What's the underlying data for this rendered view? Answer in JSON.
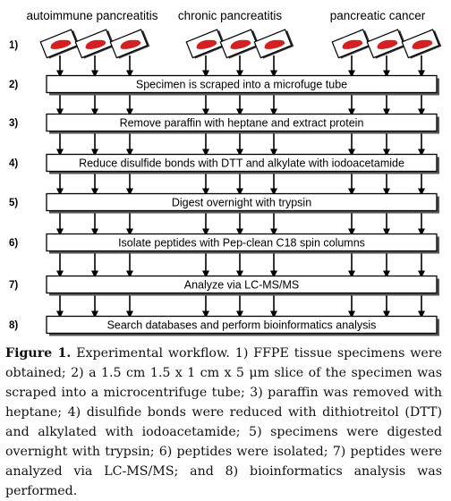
{
  "groups": [
    "autoimmune pancreatitis",
    "chronic pancreatitis",
    "pancreatic cancer"
  ],
  "steps": [
    {
      "number": "1)",
      "label": ""
    },
    {
      "number": "2)",
      "label": "Specimen is scraped into a microfuge tube"
    },
    {
      "number": "3)",
      "label": "Remove paraffin with heptane and extract protein"
    },
    {
      "number": "4)",
      "label": "Reduce disulfide bonds with DTT and alkylate with iodoacetamide"
    },
    {
      "number": "5)",
      "label": "Digest overnight with trypsin"
    },
    {
      "number": "6)",
      "label": "Isolate peptides with Pep-clean C18 spin columns"
    },
    {
      "number": "7)",
      "label": "Analyze via LC-MS/MS"
    },
    {
      "number": "8)",
      "label": "Search databases and perform bioinformatics analysis"
    }
  ],
  "caption": {
    "figure_label": "Figure 1.",
    "text": "Experimental workflow. 1) FFPE tissue specimens were obtained; 2) a 1.5 cm 1.5 x 1 cm x 5 μm slice of the specimen was scraped into a microcentrifuge tube; 3) paraffin was removed with heptane; 4) disulfide bonds were reduced with dithiotreitol (DTT) and alkylated with iodoacetamide; 5) specimens were digested overnight with trypsin; 6) peptides were isolated; 7) peptides were analyzed via LC-MS/MS; and 8) bioinformatics analysis was performed."
  },
  "colors": {
    "tissue": "#d42020",
    "slide_fill": "#ffffff",
    "box_shadow": "#555555"
  }
}
